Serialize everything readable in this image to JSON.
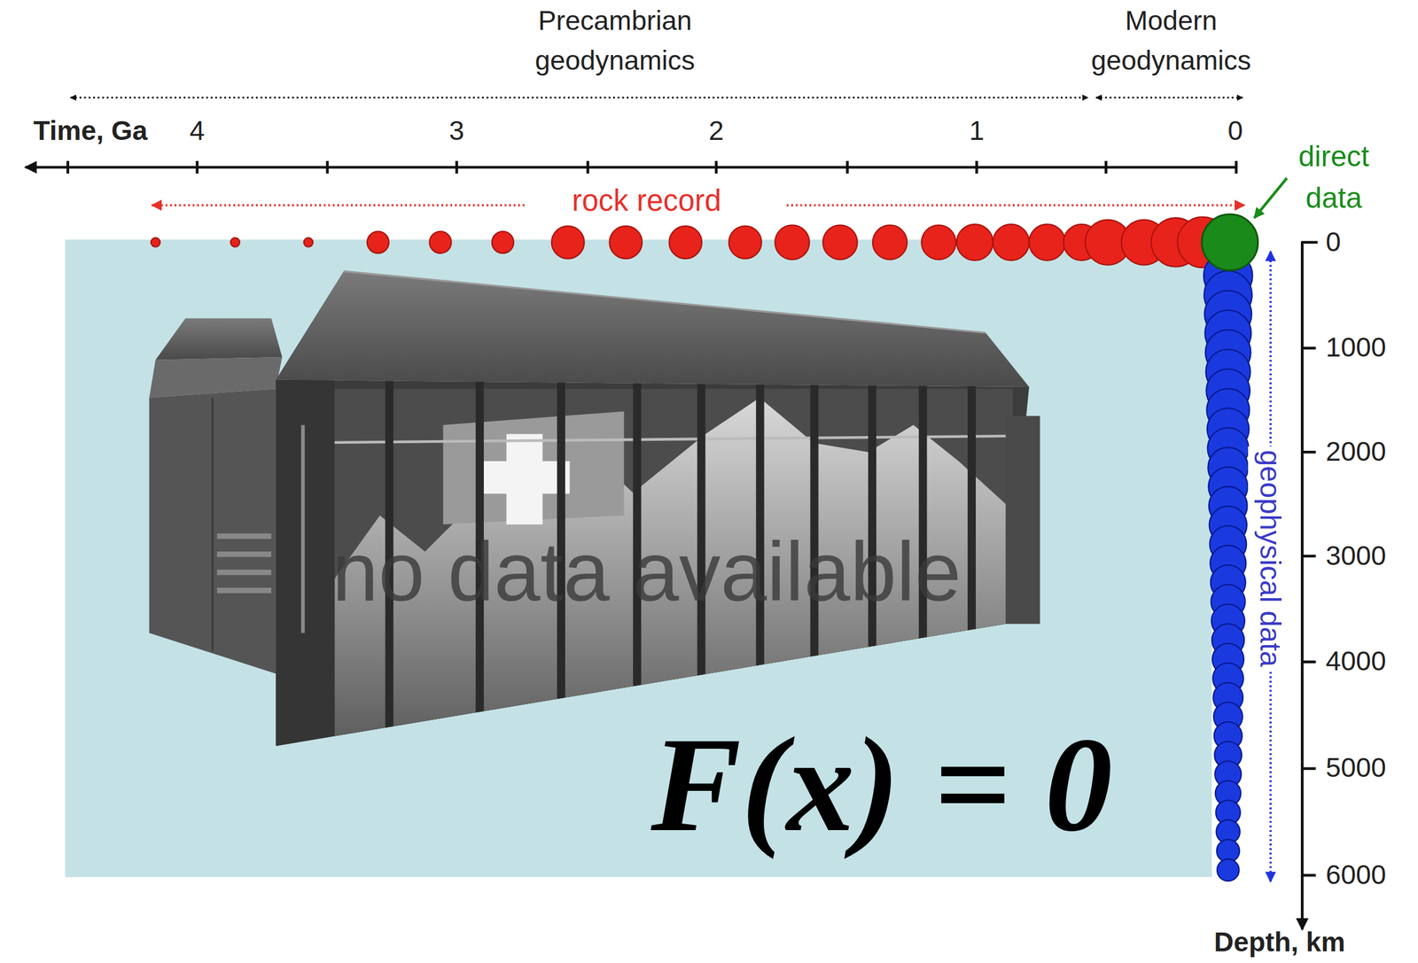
{
  "diagram": {
    "labels": [
      "Precambrian geodynamics",
      "Modern geodynamics",
      "Time, Ga",
      "4",
      "3",
      "2",
      "1",
      "0",
      "rock record",
      "direct data",
      "0",
      "1000",
      "2000",
      "3000",
      "4000",
      "5000",
      "6000",
      "Depth, km",
      "geophysical data",
      "no data available",
      "F(x) = 0"
    ]
  }
}
